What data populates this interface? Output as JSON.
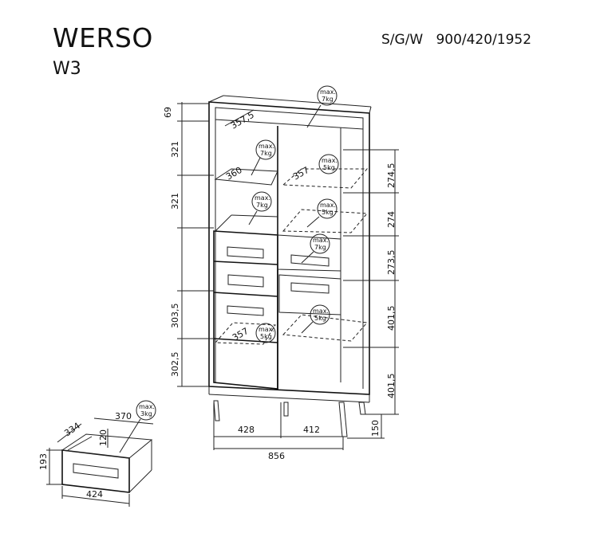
{
  "header": {
    "title": "WERSO",
    "model": "W3",
    "dimensions": "S/G/W   900/420/1952"
  },
  "dimensions": {
    "left_heights": [
      "69",
      "321",
      "321",
      "303,5",
      "302,5"
    ],
    "right_heights": [
      "274,5",
      "274",
      "273,5",
      "401,5",
      "401,5"
    ],
    "inner_depths": [
      "357,5",
      "360",
      "357",
      "357"
    ],
    "bottom_widths": [
      "428",
      "412",
      "856"
    ],
    "leg_height": "150",
    "drawer": {
      "depth": "334",
      "width_top": "370",
      "height_inner": "120",
      "height": "193",
      "width_bottom": "424"
    }
  },
  "badges": {
    "line1": "max.",
    "kg7": "7kg",
    "kg5": "5kg",
    "kg3": "3kg"
  }
}
